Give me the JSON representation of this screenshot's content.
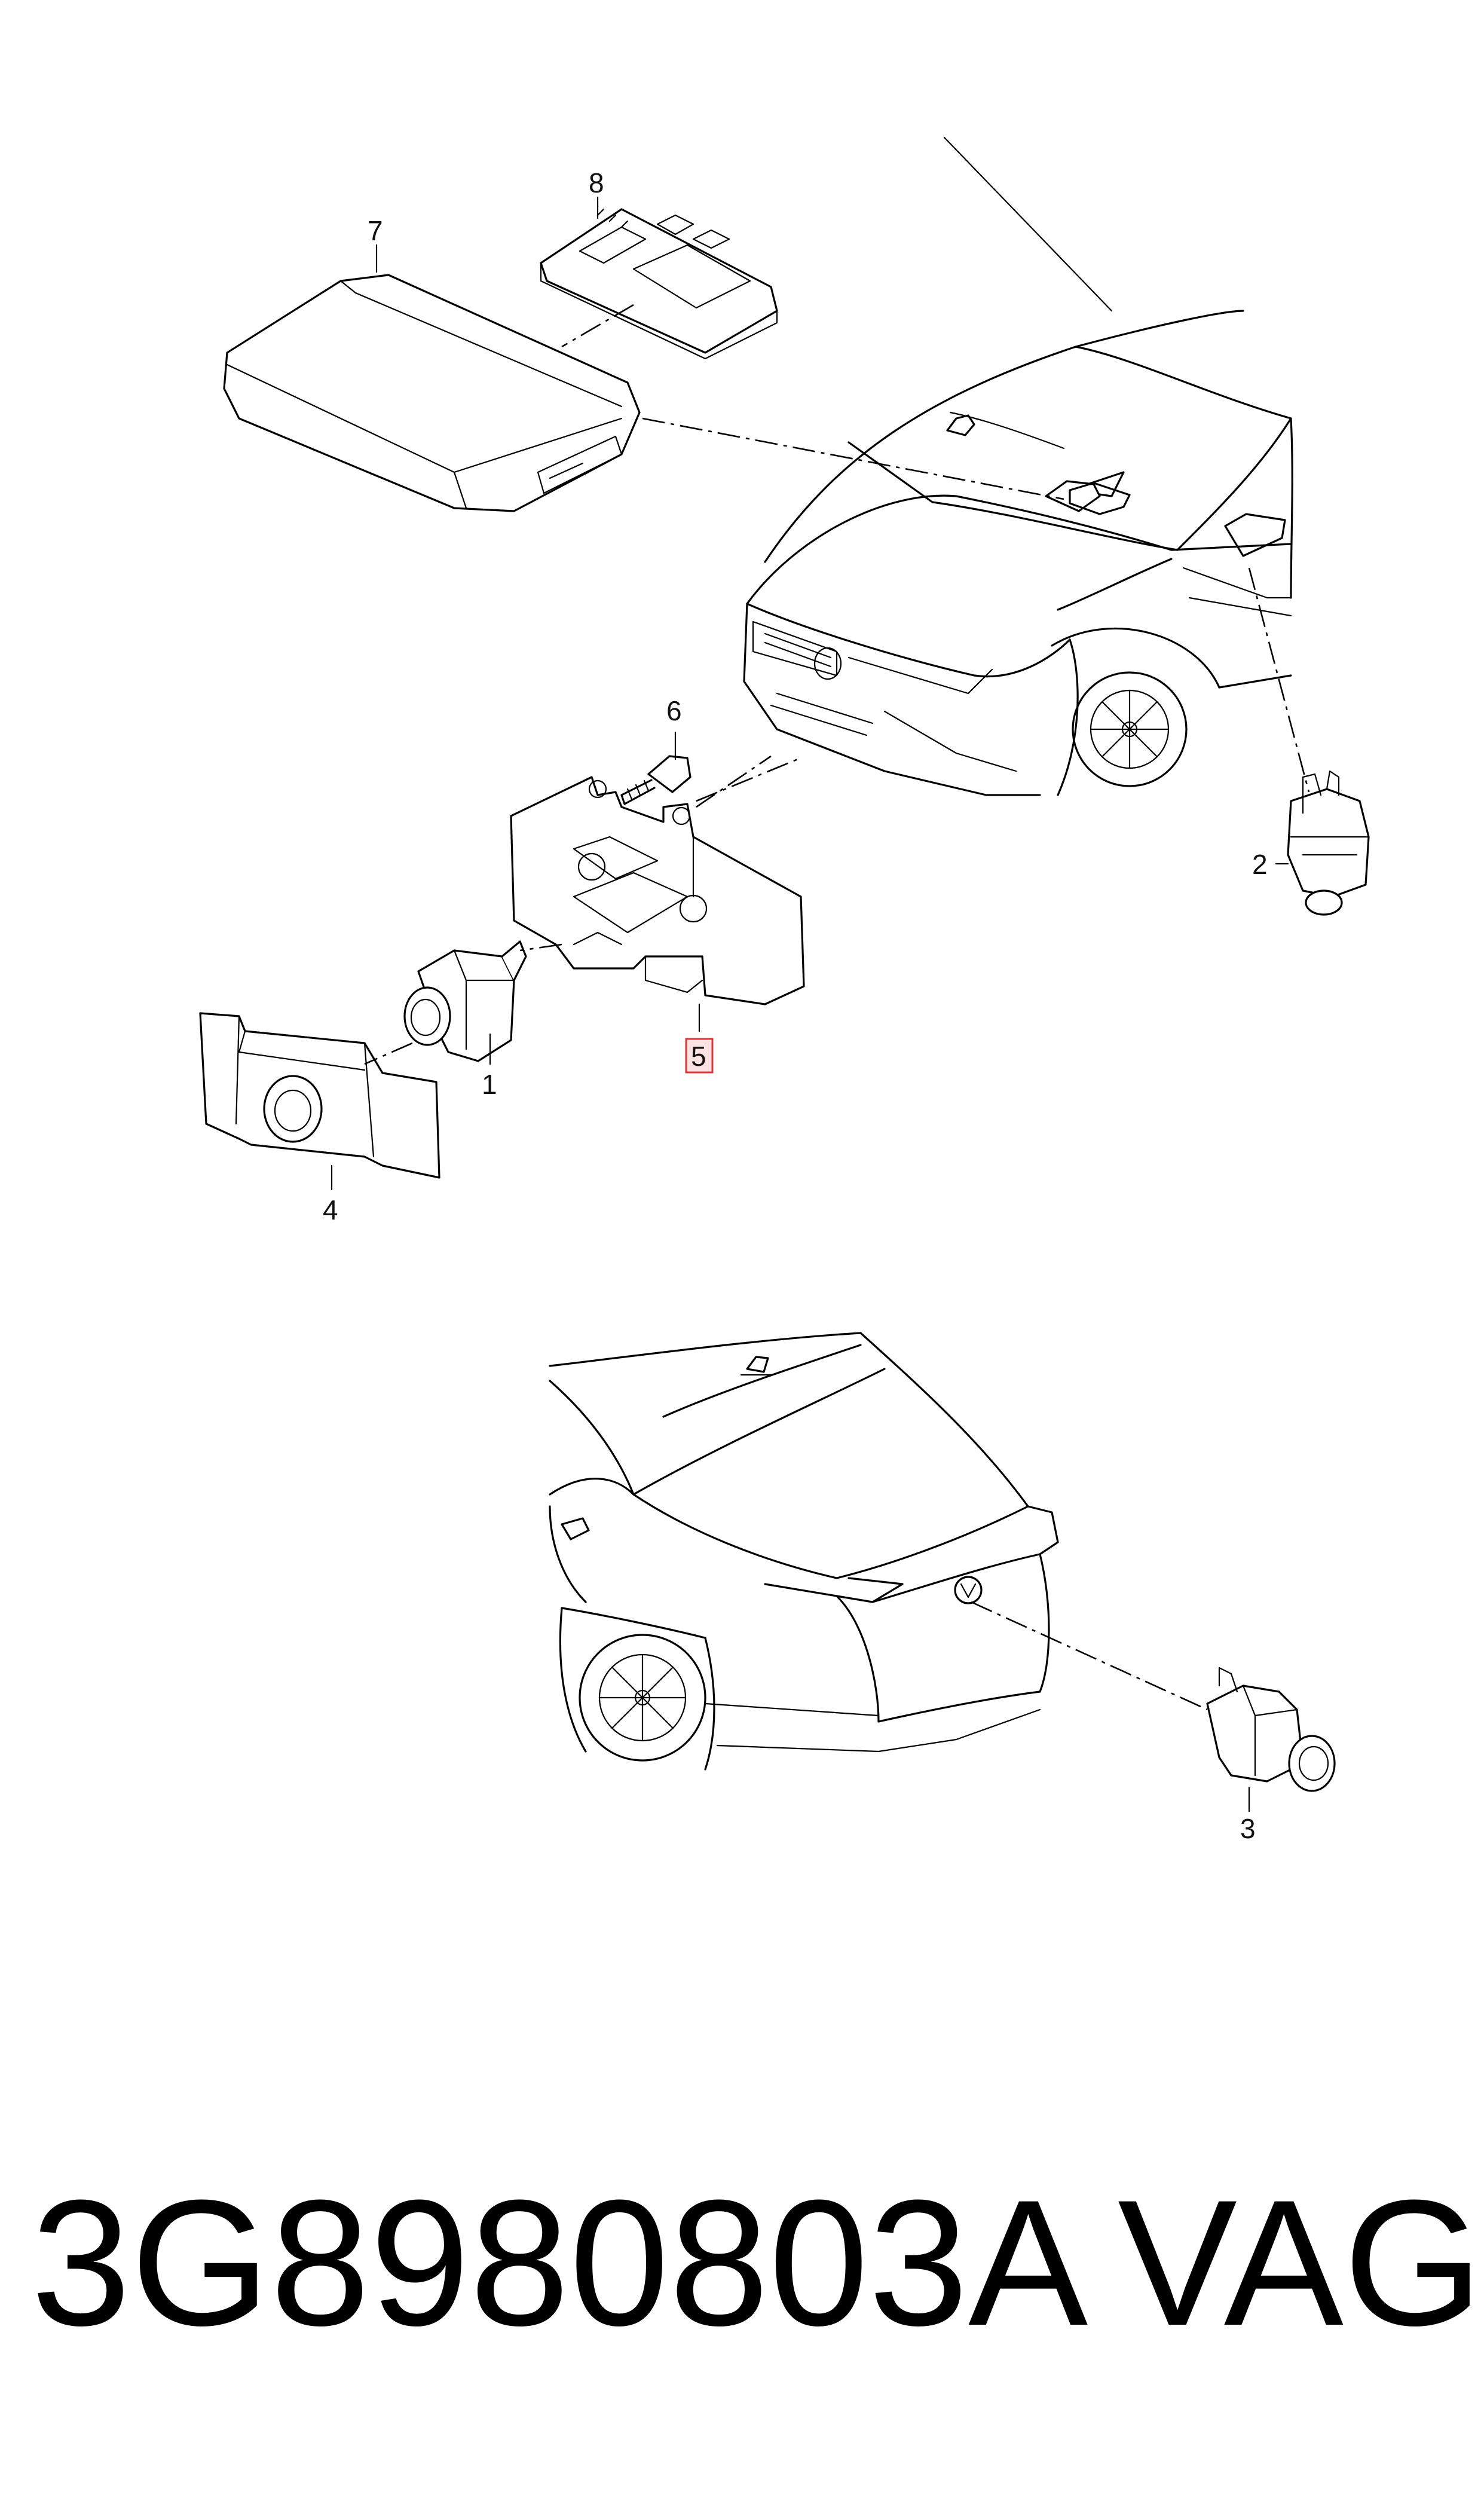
{
  "callouts": {
    "c1": "1",
    "c2": "2",
    "c3": "3",
    "c4": "4",
    "c5": "5",
    "c6": "6",
    "c7": "7",
    "c8": "8"
  },
  "highlighted_callout": "5",
  "highlight_color": "#d83a3a",
  "footer": {
    "part_number": "3G8980803A",
    "brand": "VAG"
  }
}
